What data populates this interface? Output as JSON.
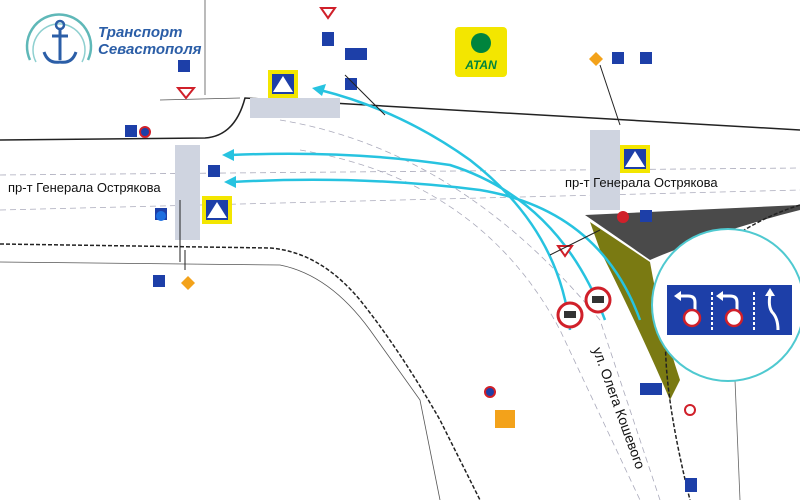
{
  "logo": {
    "line1": "Транспорт",
    "line2": "Севастополя"
  },
  "brand_badge": {
    "label": "ATAN"
  },
  "streets": {
    "left_label": "пр-т Генерала Острякова",
    "right_label": "пр-т Генерала Острякова",
    "side_label": "ул. Олега Кошевого"
  },
  "colors": {
    "route": "#27c3e0",
    "sign_blue": "#1d3fa8",
    "logo_blue": "#2b5ea7",
    "callout": "#4fc9d0",
    "median_dark": "#4a4a4a",
    "median_olive": "#7a7a12"
  }
}
